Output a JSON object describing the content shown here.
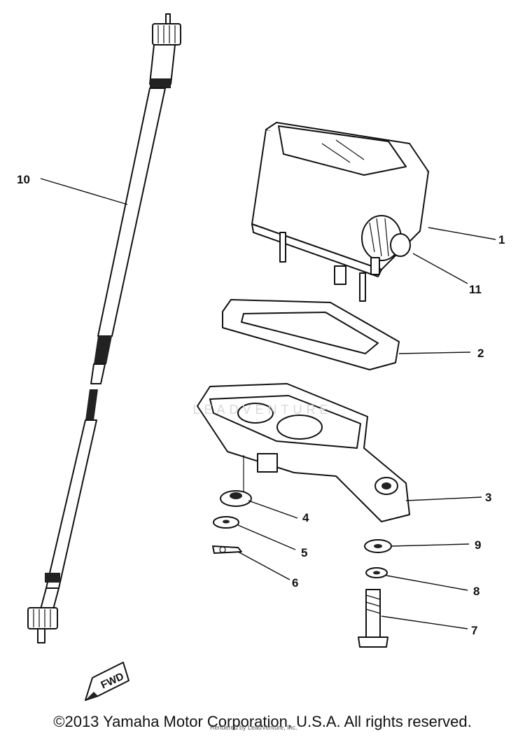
{
  "diagram": {
    "callouts": [
      {
        "id": "1",
        "label": "1"
      },
      {
        "id": "2",
        "label": "2"
      },
      {
        "id": "3",
        "label": "3"
      },
      {
        "id": "4",
        "label": "4"
      },
      {
        "id": "5",
        "label": "5"
      },
      {
        "id": "6",
        "label": "6"
      },
      {
        "id": "7",
        "label": "7"
      },
      {
        "id": "8",
        "label": "8"
      },
      {
        "id": "9",
        "label": "9"
      },
      {
        "id": "10",
        "label": "10"
      },
      {
        "id": "11",
        "label": "11"
      }
    ],
    "direction_tag": "FWD",
    "watermark": "LEADVENTURE",
    "credit": "Rendered by LeadVenture, Inc.",
    "copyright": "©2013 Yamaha Motor Corporation, U.S.A. All rights reserved."
  }
}
